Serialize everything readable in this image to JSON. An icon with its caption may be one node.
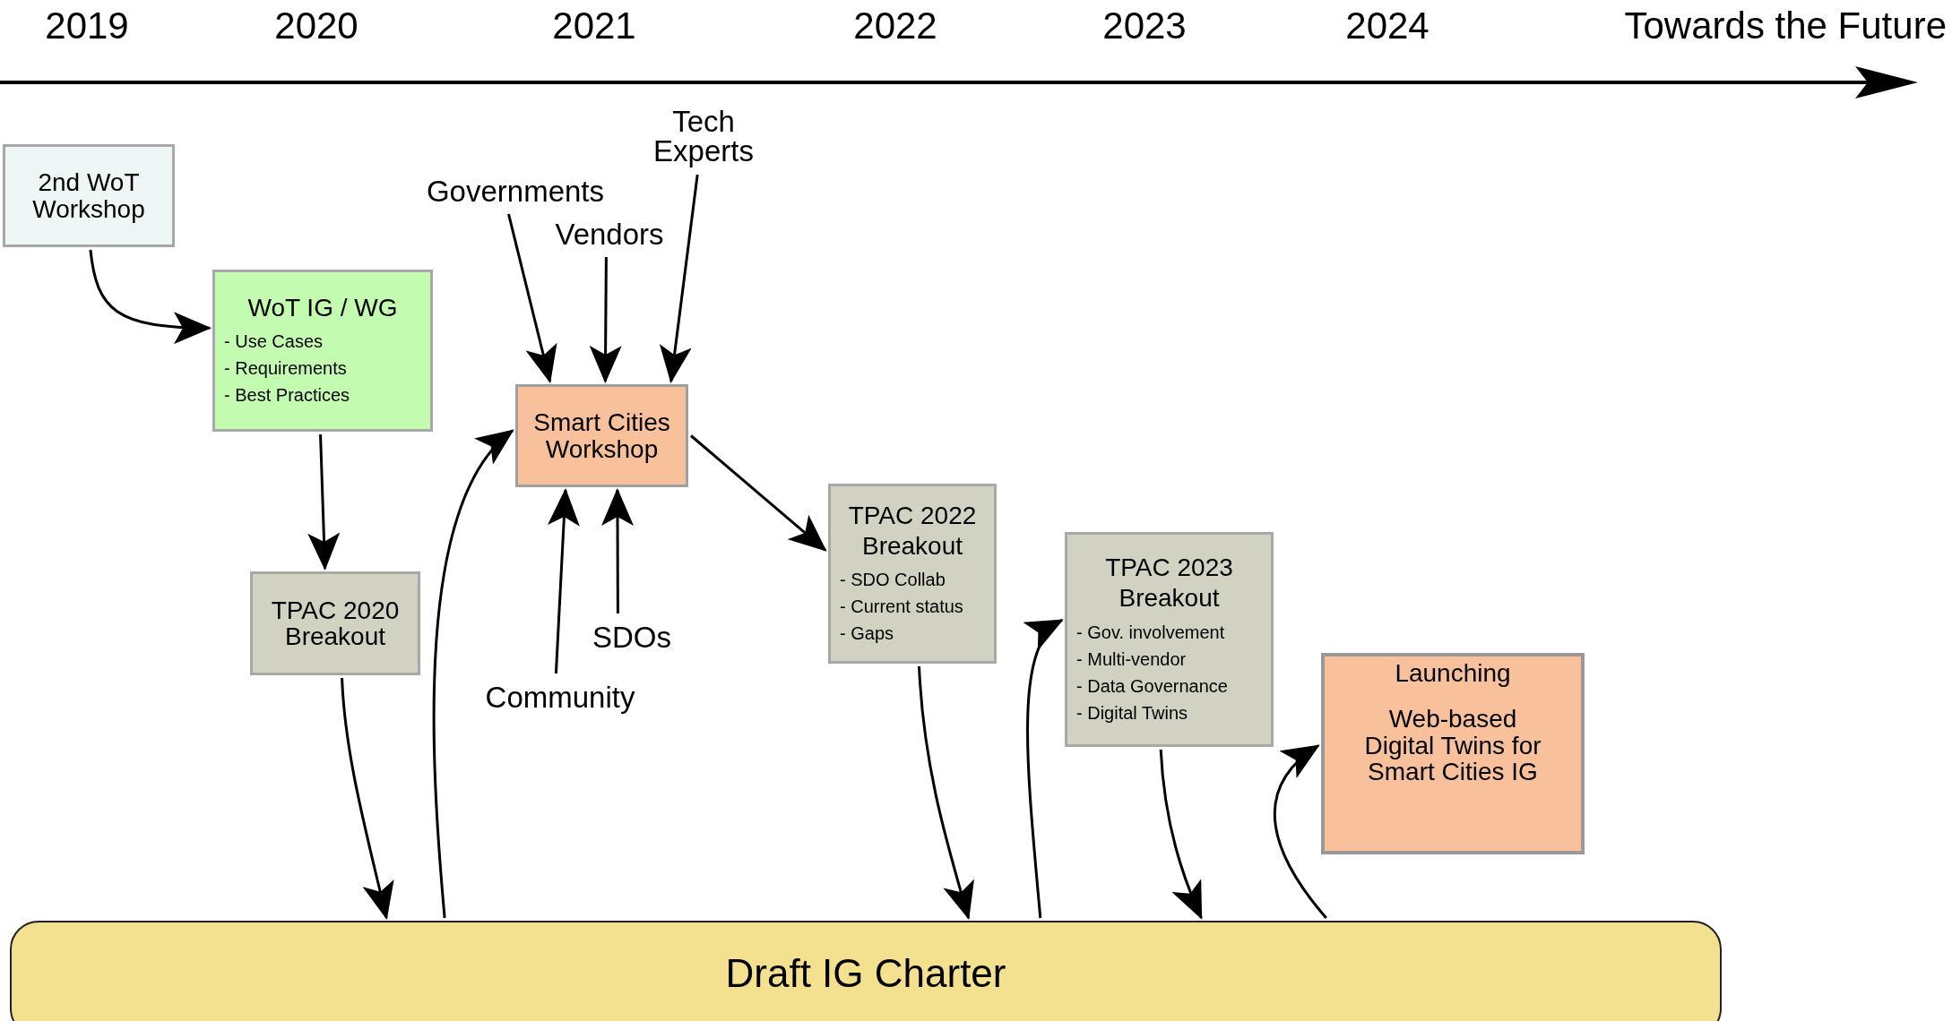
{
  "diagram": {
    "nodes": [
      {
        "text": [
          "2nd WoT Workshop"
        ]
      },
      {
        "text": [
          "WoT IG / WG",
          "- Use Cases",
          "- Requirements",
          "- Best Practices"
        ]
      },
      {
        "text": [
          "TPAC 2020 Breakout"
        ]
      },
      {
        "text": [
          "Governments"
        ]
      },
      {
        "text": [
          "Vendors"
        ]
      },
      {
        "text": [
          "Tech Experts"
        ]
      },
      {
        "text": [
          "Smart Cities Workshop"
        ]
      },
      {
        "text": [
          "Community"
        ]
      },
      {
        "text": [
          "SDOs"
        ]
      },
      {
        "text": [
          "TPAC 2022 Breakout",
          "- SDO Collab",
          "- Current status",
          "- Gaps"
        ]
      },
      {
        "text": [
          "TPAC 2023 Breakout",
          "- Gov. involvement",
          "- Multi-vendor",
          "- Data Governance",
          "- Digital Twins"
        ]
      },
      {
        "text": [
          "Launching",
          "Web-based Digital Twins for Smart Cities IG"
        ]
      },
      {
        "text": [
          "Draft IG Charter"
        ]
      }
    ],
    "edges": [
      {
        "from": 0,
        "to": 1,
        "arrow": "to"
      },
      {
        "from": 1,
        "to": 2,
        "arrow": "to"
      },
      {
        "from": 2,
        "to": 12,
        "arrow": "to"
      },
      {
        "from": 12,
        "to": 6,
        "arrow": "to"
      },
      {
        "from": 3,
        "to": 6,
        "arrow": "to"
      },
      {
        "from": 4,
        "to": 6,
        "arrow": "to"
      },
      {
        "from": 5,
        "to": 6,
        "arrow": "to"
      },
      {
        "from": 7,
        "to": 6,
        "arrow": "to"
      },
      {
        "from": 8,
        "to": 6,
        "arrow": "to"
      },
      {
        "from": 6,
        "to": 9,
        "arrow": "to"
      },
      {
        "from": 9,
        "to": 12,
        "arrow": "to"
      },
      {
        "from": 12,
        "to": 10,
        "arrow": "to"
      },
      {
        "from": 10,
        "to": 12,
        "arrow": "to"
      },
      {
        "from": 12,
        "to": 11,
        "arrow": "to"
      }
    ],
    "labels": [
      "2019",
      "2020",
      "2021",
      "2022",
      "2023",
      "2024",
      "Towards the Future"
    ]
  }
}
